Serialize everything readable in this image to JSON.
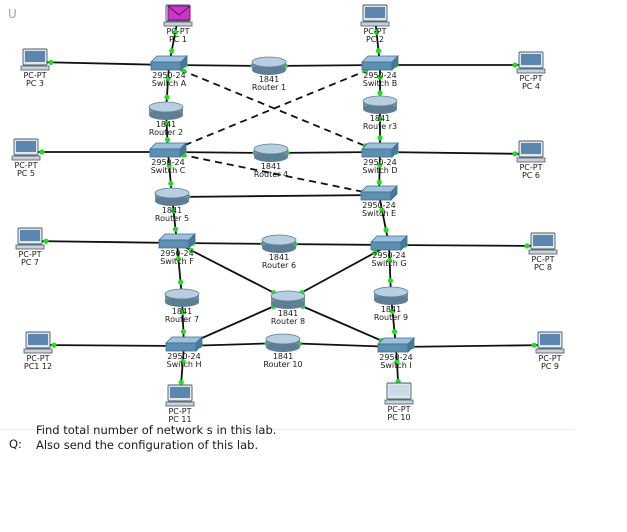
{
  "question": {
    "prefix": "Q:",
    "line1": "Find total number of network s in this lab.",
    "line2": "Also send the configuration of this lab."
  },
  "corner_mark": "U",
  "colors": {
    "link": "#111111",
    "link_dot": "#22dd22",
    "switch": "#5d8fb3",
    "router": "#7f9fb5",
    "pc_screen": "#5a86b0",
    "envelope": "#cc33cc"
  },
  "pcs": [
    {
      "id": "pc1",
      "type": "PC-PT",
      "name": "PC 1"
    },
    {
      "id": "pc2",
      "type": "PC-PT",
      "name": "PC 2"
    },
    {
      "id": "pc3",
      "type": "PC-PT",
      "name": "PC 3"
    },
    {
      "id": "pc4",
      "type": "PC-PT",
      "name": "PC 4"
    },
    {
      "id": "pc5",
      "type": "PC-PT",
      "name": "PC 5"
    },
    {
      "id": "pc6",
      "type": "PC-PT",
      "name": "PC 6"
    },
    {
      "id": "pc7",
      "type": "PC-PT",
      "name": "PC 7"
    },
    {
      "id": "pc8",
      "type": "PC-PT",
      "name": "PC 8"
    },
    {
      "id": "pc12",
      "type": "PC-PT",
      "name": "PC1 12"
    },
    {
      "id": "pc9",
      "type": "PC-PT",
      "name": "PC 9"
    },
    {
      "id": "pc11",
      "type": "PC-PT",
      "name": "PC 11"
    },
    {
      "id": "pc10",
      "type": "PC-PT",
      "name": "PC 10"
    }
  ],
  "switches": [
    {
      "id": "swA",
      "model": "2950-24",
      "name": "Switch A"
    },
    {
      "id": "swB",
      "model": "2950-24",
      "name": "Switch B"
    },
    {
      "id": "swC",
      "model": "2950-24",
      "name": "Switch C"
    },
    {
      "id": "swD",
      "model": "2950-24",
      "name": "Switch D"
    },
    {
      "id": "swE",
      "model": "2950-24",
      "name": "Switch E"
    },
    {
      "id": "swF",
      "model": "2950-24",
      "name": "Switch F"
    },
    {
      "id": "swG",
      "model": "2950-24",
      "name": "Switch G"
    },
    {
      "id": "swH",
      "model": "2950-24",
      "name": "Switch H"
    },
    {
      "id": "swI",
      "model": "2950-24",
      "name": "Switch I"
    }
  ],
  "routers": [
    {
      "id": "r1",
      "model": "1841",
      "name": "Router 1"
    },
    {
      "id": "r2",
      "model": "1841",
      "name": "Router 2"
    },
    {
      "id": "r3",
      "model": "1841",
      "name": "Route r3"
    },
    {
      "id": "r4",
      "model": "1841",
      "name": "Router 4"
    },
    {
      "id": "r5",
      "model": "1841",
      "name": "Router 5"
    },
    {
      "id": "r6",
      "model": "1841",
      "name": "Router 6"
    },
    {
      "id": "r7",
      "model": "1841",
      "name": "Router 7"
    },
    {
      "id": "r8",
      "model": "1841",
      "name": "Router 8"
    },
    {
      "id": "r9",
      "model": "1841",
      "name": "Router 9"
    },
    {
      "id": "r10",
      "model": "1841",
      "name": "Router 10"
    }
  ],
  "links": [
    {
      "from": "pc1",
      "to": "swA",
      "style": "solid"
    },
    {
      "from": "pc3",
      "to": "swA",
      "style": "solid"
    },
    {
      "from": "swA",
      "to": "r1",
      "style": "solid"
    },
    {
      "from": "r1",
      "to": "swB",
      "style": "solid"
    },
    {
      "from": "pc2",
      "to": "swB",
      "style": "solid"
    },
    {
      "from": "swB",
      "to": "pc4",
      "style": "solid"
    },
    {
      "from": "swA",
      "to": "r2",
      "style": "solid"
    },
    {
      "from": "r2",
      "to": "swC",
      "style": "solid"
    },
    {
      "from": "swB",
      "to": "r3",
      "style": "solid"
    },
    {
      "from": "r3",
      "to": "swD",
      "style": "solid"
    },
    {
      "from": "pc5",
      "to": "swC",
      "style": "solid"
    },
    {
      "from": "swC",
      "to": "r4",
      "style": "solid"
    },
    {
      "from": "r4",
      "to": "swD",
      "style": "solid"
    },
    {
      "from": "swD",
      "to": "pc6",
      "style": "solid"
    },
    {
      "from": "swA",
      "to": "swD",
      "style": "dashed"
    },
    {
      "from": "swB",
      "to": "swC",
      "style": "dashed"
    },
    {
      "from": "swC",
      "to": "swE",
      "style": "dashed"
    },
    {
      "from": "swD",
      "to": "swE",
      "style": "solid"
    },
    {
      "from": "r5",
      "to": "swE",
      "style": "solid"
    },
    {
      "from": "swC",
      "to": "r5",
      "style": "solid"
    },
    {
      "from": "r5",
      "to": "swF",
      "style": "solid"
    },
    {
      "from": "swE",
      "to": "swG",
      "style": "solid"
    },
    {
      "from": "pc7",
      "to": "swF",
      "style": "solid"
    },
    {
      "from": "swF",
      "to": "r6",
      "style": "solid"
    },
    {
      "from": "r6",
      "to": "swG",
      "style": "solid"
    },
    {
      "from": "swG",
      "to": "pc8",
      "style": "solid"
    },
    {
      "from": "swF",
      "to": "r7",
      "style": "solid"
    },
    {
      "from": "r7",
      "to": "swH",
      "style": "solid"
    },
    {
      "from": "swG",
      "to": "r9",
      "style": "solid"
    },
    {
      "from": "r9",
      "to": "swI",
      "style": "solid"
    },
    {
      "from": "swF",
      "to": "r8",
      "style": "solid"
    },
    {
      "from": "swG",
      "to": "r8",
      "style": "solid"
    },
    {
      "from": "r8",
      "to": "swH",
      "style": "solid"
    },
    {
      "from": "r8",
      "to": "swI",
      "style": "solid"
    },
    {
      "from": "pc12",
      "to": "swH",
      "style": "solid"
    },
    {
      "from": "swH",
      "to": "r10",
      "style": "solid"
    },
    {
      "from": "r10",
      "to": "swI",
      "style": "solid"
    },
    {
      "from": "swI",
      "to": "pc9",
      "style": "solid"
    },
    {
      "from": "swH",
      "to": "pc11",
      "style": "solid"
    },
    {
      "from": "swI",
      "to": "pc10",
      "style": "solid"
    }
  ]
}
